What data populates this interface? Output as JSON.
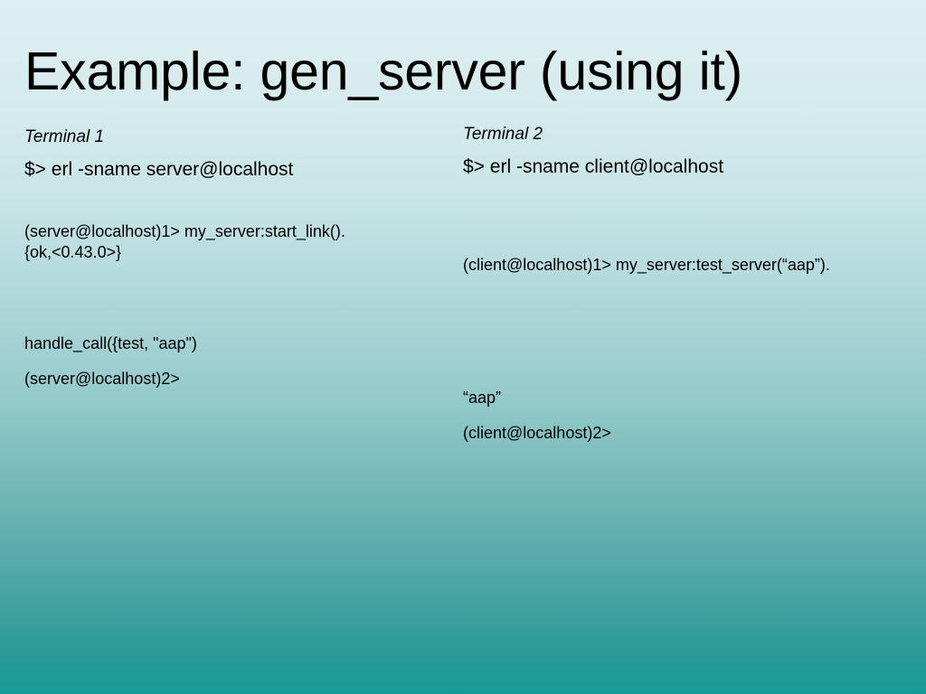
{
  "slide": {
    "title": "Example: gen_server (using it)",
    "background": {
      "top_color": "#dceff1",
      "mid_color": "#a9d4d6",
      "bottom_color": "#169a96",
      "direction": "vertical"
    },
    "text_color": "#000000"
  },
  "columns": [
    {
      "id": "terminal-1",
      "heading": "Terminal 1",
      "lines": [
        {
          "id": "shell-start",
          "style": "command",
          "text": "$> erl -sname server@localhost"
        },
        {
          "id": "prompt-1",
          "style": "output",
          "text": "(server@localhost)1> my_server:start_link()."
        },
        {
          "id": "start-result",
          "style": "output",
          "text": "{ok,<0.43.0>}"
        },
        {
          "id": "handle-call",
          "style": "output",
          "text": "handle_call({test, \"aap\")"
        },
        {
          "id": "prompt-2",
          "style": "output",
          "text": "(server@localhost)2>"
        }
      ]
    },
    {
      "id": "terminal-2",
      "heading": "Terminal 2",
      "lines": [
        {
          "id": "shell-start",
          "style": "command",
          "text": "$> erl -sname client@localhost"
        },
        {
          "id": "prompt-1",
          "style": "output",
          "text": "(client@localhost)1> my_server:test_server(“aap”)."
        },
        {
          "id": "call-result",
          "style": "output",
          "text": "“aap”"
        },
        {
          "id": "prompt-2",
          "style": "output",
          "text": "(client@localhost)2>"
        }
      ]
    }
  ]
}
